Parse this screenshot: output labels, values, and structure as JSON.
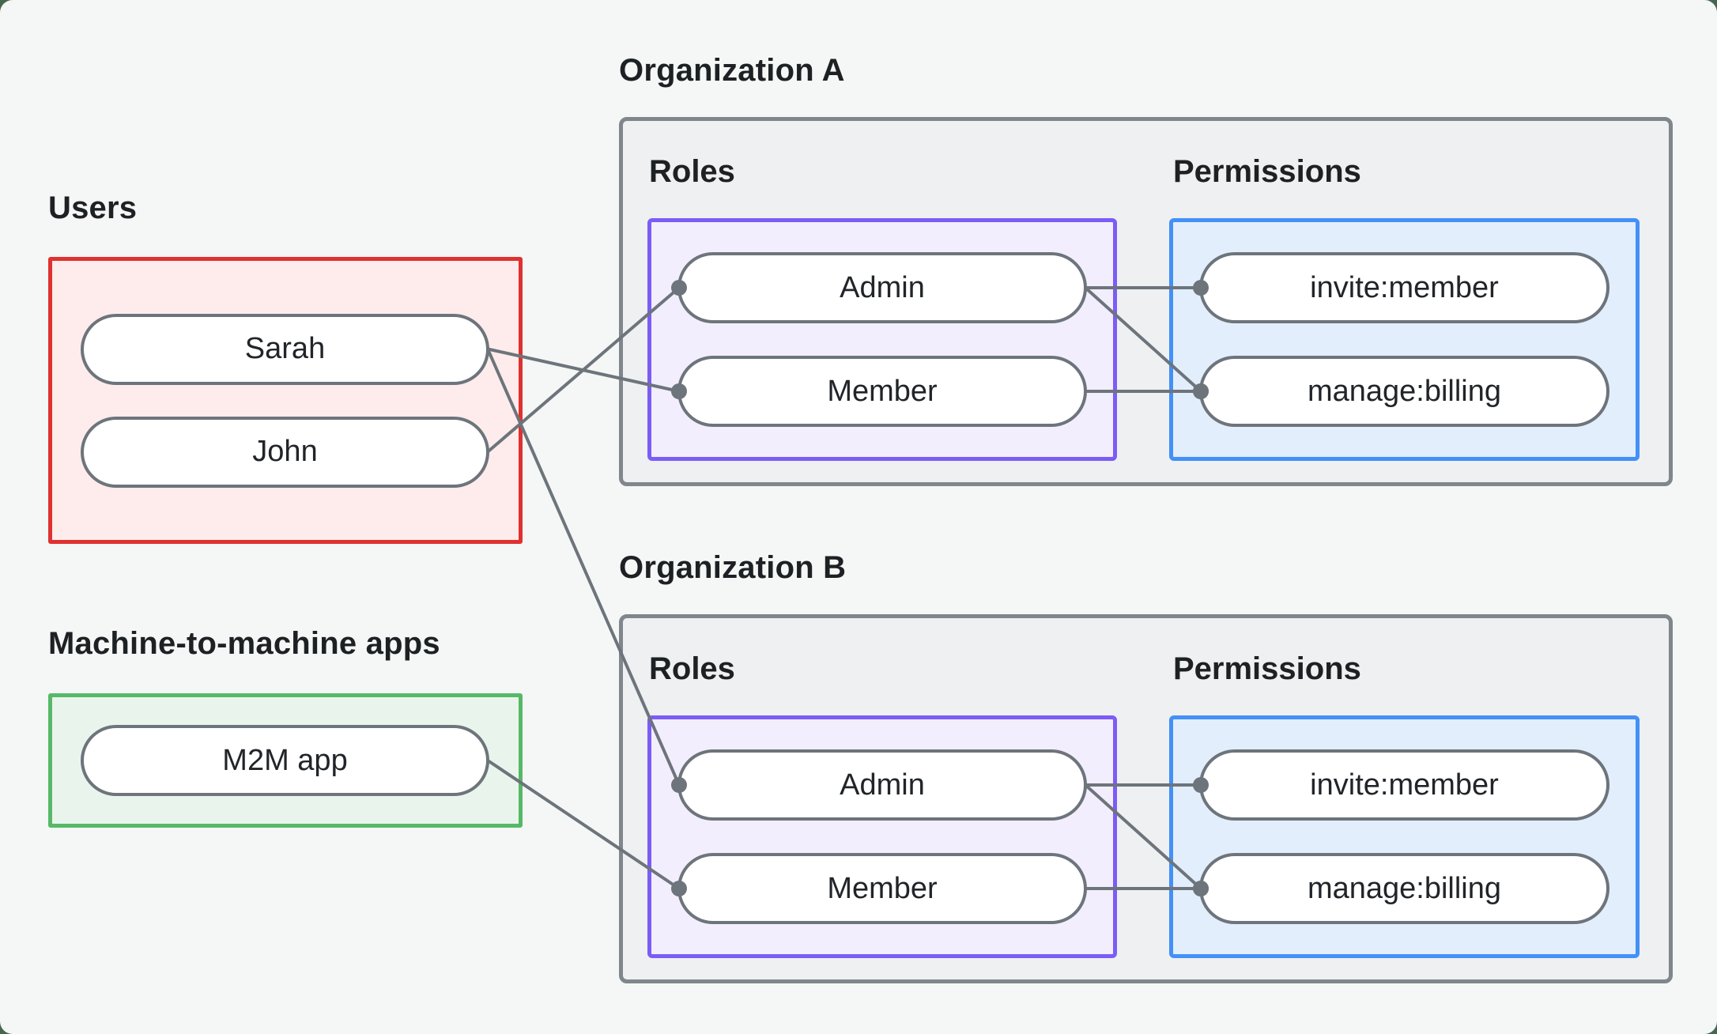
{
  "palette": {
    "page_background": "#f4f7f5",
    "outer_background": "#47664e",
    "users_border": "#e03131",
    "users_fill": "#fdeceb",
    "m2m_border": "#57b967",
    "m2m_fill": "#e9f5ec",
    "org_border": "#7f868c",
    "org_fill": "#eef0f1",
    "roles_border": "#7c5cf6",
    "roles_fill": "#f3eefd",
    "permissions_border": "#4390f7",
    "permissions_fill": "#e2eefb",
    "node_border": "#6d747b",
    "node_fill": "#ffffff",
    "connector": "#6d747b",
    "text": "#1d2124"
  },
  "users": {
    "label": "Users",
    "items": [
      "Sarah",
      "John"
    ]
  },
  "m2m": {
    "label": "Machine-to-machine apps",
    "items": [
      "M2M app"
    ]
  },
  "organizations": [
    {
      "name": "Organization A",
      "roles_label": "Roles",
      "permissions_label": "Permissions",
      "roles": [
        "Admin",
        "Member"
      ],
      "permissions": [
        "invite:member",
        "manage:billing"
      ]
    },
    {
      "name": "Organization B",
      "roles_label": "Roles",
      "permissions_label": "Permissions",
      "roles": [
        "Admin",
        "Member"
      ],
      "permissions": [
        "invite:member",
        "manage:billing"
      ]
    }
  ],
  "edges": [
    {
      "from": "user-sarah",
      "to": "orgA-role-member"
    },
    {
      "from": "user-john",
      "to": "orgA-role-admin"
    },
    {
      "from": "user-sarah",
      "to": "orgB-role-admin"
    },
    {
      "from": "m2m-app",
      "to": "orgB-role-member"
    },
    {
      "from": "orgA-role-admin",
      "to": "orgA-perm-invite"
    },
    {
      "from": "orgA-role-admin",
      "to": "orgA-perm-manage"
    },
    {
      "from": "orgA-role-member",
      "to": "orgA-perm-manage"
    },
    {
      "from": "orgB-role-admin",
      "to": "orgB-perm-invite"
    },
    {
      "from": "orgB-role-admin",
      "to": "orgB-perm-manage"
    },
    {
      "from": "orgB-role-member",
      "to": "orgB-perm-manage"
    }
  ]
}
